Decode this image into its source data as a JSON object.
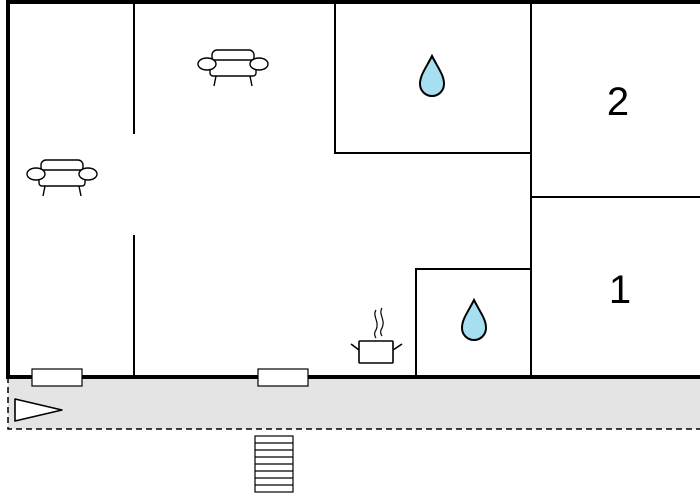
{
  "plan": {
    "rooms": [
      {
        "id": "bedroom-2",
        "label": "2"
      },
      {
        "id": "bedroom-1",
        "label": "1"
      }
    ],
    "symbols": {
      "bathroom": "water-drop-icon",
      "seating": "sofa-icon",
      "kitchen": "cooking-pot-icon",
      "entrance": "entrance-arrow-icon",
      "stairs": "staircase-icon",
      "window": "window-icon"
    }
  },
  "colors": {
    "water": "#a6dff0",
    "terrace": "#e4e4e4",
    "wall": "#000000",
    "background": "#ffffff"
  }
}
